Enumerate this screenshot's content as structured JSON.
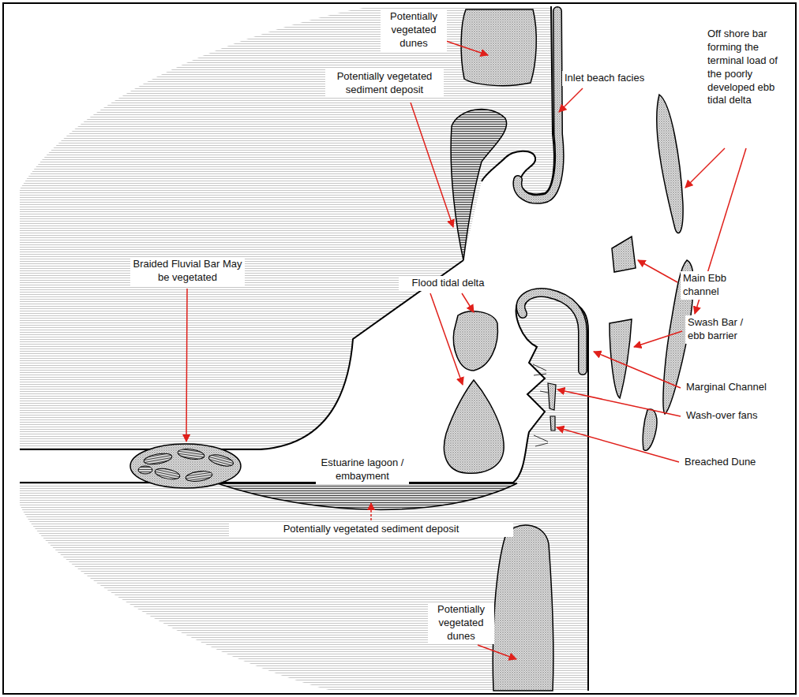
{
  "diagram": {
    "labels": [
      "Potentially vegetated dunes",
      "Inlet beach facies",
      "Off shore bar forming the terminal load of the poorly developed ebb tidal delta",
      "Potentially vegetated sediment deposit",
      "Flood tidal delta",
      "Braided Fluvial Bar May be vegetated",
      "Estuarine lagoon / embayment",
      "Main Ebb channel",
      "Swash Bar / ebb barrier",
      "Marginal Channel",
      "Wash-over fans",
      "Breached Dune",
      "Potentially vegetated sediment deposit",
      "Potentially vegetated dunes"
    ]
  }
}
